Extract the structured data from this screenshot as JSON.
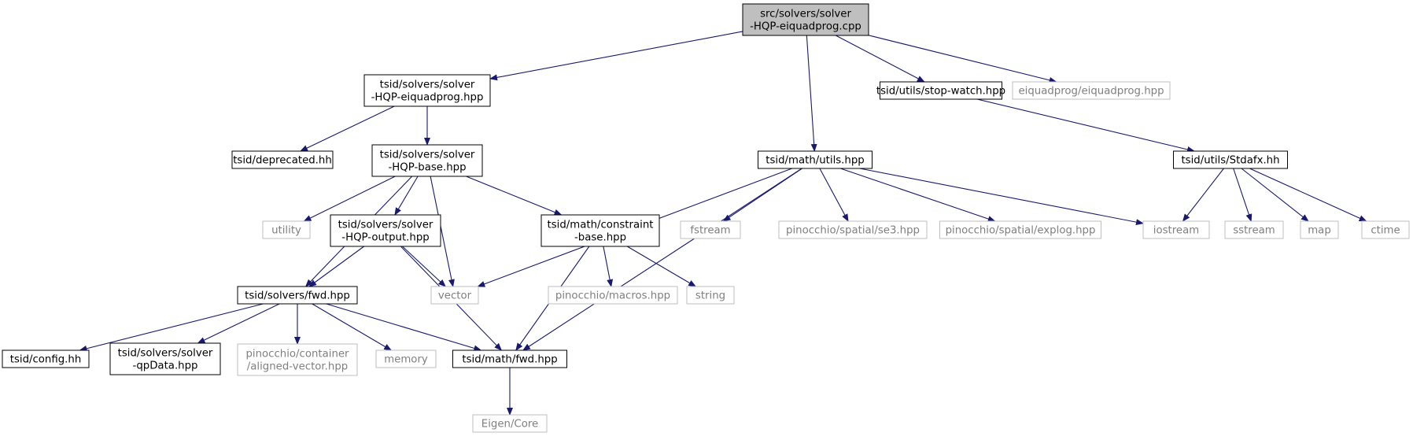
{
  "colors": {
    "edge": "#191970",
    "node_border": "#000000",
    "external_border": "#bfbfbf",
    "external_text": "#7f7f7f",
    "root_fill": "#bfbfbf"
  },
  "nodes": [
    {
      "id": "root",
      "lines": [
        "src/solvers/solver",
        "-HQP-eiquadprog.cpp"
      ],
      "kind": "root"
    },
    {
      "id": "sh_eiquadprog",
      "lines": [
        "tsid/solvers/solver",
        "-HQP-eiquadprog.hpp"
      ],
      "kind": "internal"
    },
    {
      "id": "stop_watch",
      "lines": [
        "tsid/utils/stop-watch.hpp"
      ],
      "kind": "internal"
    },
    {
      "id": "eiquadprog",
      "lines": [
        "eiquadprog/eiquadprog.hpp"
      ],
      "kind": "external"
    },
    {
      "id": "deprecated",
      "lines": [
        "tsid/deprecated.hh"
      ],
      "kind": "internal"
    },
    {
      "id": "sh_base",
      "lines": [
        "tsid/solvers/solver",
        "-HQP-base.hpp"
      ],
      "kind": "internal"
    },
    {
      "id": "math_utils",
      "lines": [
        "tsid/math/utils.hpp"
      ],
      "kind": "internal"
    },
    {
      "id": "stdafx",
      "lines": [
        "tsid/utils/Stdafx.hh"
      ],
      "kind": "internal"
    },
    {
      "id": "utility",
      "lines": [
        "utility"
      ],
      "kind": "external"
    },
    {
      "id": "sh_output",
      "lines": [
        "tsid/solvers/solver",
        "-HQP-output.hpp"
      ],
      "kind": "internal"
    },
    {
      "id": "constraint_base",
      "lines": [
        "tsid/math/constraint",
        "-base.hpp"
      ],
      "kind": "internal"
    },
    {
      "id": "fstream",
      "lines": [
        "fstream"
      ],
      "kind": "external"
    },
    {
      "id": "se3",
      "lines": [
        "pinocchio/spatial/se3.hpp"
      ],
      "kind": "external"
    },
    {
      "id": "explog",
      "lines": [
        "pinocchio/spatial/explog.hpp"
      ],
      "kind": "external"
    },
    {
      "id": "iostream",
      "lines": [
        "iostream"
      ],
      "kind": "external"
    },
    {
      "id": "sstream",
      "lines": [
        "sstream"
      ],
      "kind": "external"
    },
    {
      "id": "map",
      "lines": [
        "map"
      ],
      "kind": "external"
    },
    {
      "id": "ctime",
      "lines": [
        "ctime"
      ],
      "kind": "external"
    },
    {
      "id": "solvers_fwd",
      "lines": [
        "tsid/solvers/fwd.hpp"
      ],
      "kind": "internal"
    },
    {
      "id": "vector",
      "lines": [
        "vector"
      ],
      "kind": "external"
    },
    {
      "id": "macros",
      "lines": [
        "pinocchio/macros.hpp"
      ],
      "kind": "external"
    },
    {
      "id": "string",
      "lines": [
        "string"
      ],
      "kind": "external"
    },
    {
      "id": "config",
      "lines": [
        "tsid/config.hh"
      ],
      "kind": "internal"
    },
    {
      "id": "qpdata",
      "lines": [
        "tsid/solvers/solver",
        "-qpData.hpp"
      ],
      "kind": "internal"
    },
    {
      "id": "aligned_vector",
      "lines": [
        "pinocchio/container",
        "/aligned-vector.hpp"
      ],
      "kind": "external"
    },
    {
      "id": "memory",
      "lines": [
        "memory"
      ],
      "kind": "external"
    },
    {
      "id": "math_fwd",
      "lines": [
        "tsid/math/fwd.hpp"
      ],
      "kind": "internal"
    },
    {
      "id": "eigen_core",
      "lines": [
        "Eigen/Core"
      ],
      "kind": "external"
    }
  ],
  "edges": [
    [
      "root",
      "sh_eiquadprog"
    ],
    [
      "root",
      "math_utils"
    ],
    [
      "root",
      "stop_watch"
    ],
    [
      "root",
      "eiquadprog"
    ],
    [
      "sh_eiquadprog",
      "deprecated"
    ],
    [
      "sh_eiquadprog",
      "sh_base"
    ],
    [
      "stop_watch",
      "stdafx"
    ],
    [
      "sh_base",
      "solvers_fwd"
    ],
    [
      "sh_base",
      "utility"
    ],
    [
      "sh_base",
      "sh_output"
    ],
    [
      "sh_base",
      "vector"
    ],
    [
      "sh_base",
      "constraint_base"
    ],
    [
      "math_utils",
      "vector"
    ],
    [
      "math_utils",
      "fstream"
    ],
    [
      "math_utils",
      "se3"
    ],
    [
      "math_utils",
      "explog"
    ],
    [
      "math_utils",
      "iostream"
    ],
    [
      "math_utils",
      "math_fwd"
    ],
    [
      "stdafx",
      "iostream"
    ],
    [
      "stdafx",
      "sstream"
    ],
    [
      "stdafx",
      "map"
    ],
    [
      "stdafx",
      "ctime"
    ],
    [
      "sh_output",
      "solvers_fwd"
    ],
    [
      "sh_output",
      "vector"
    ],
    [
      "sh_output",
      "math_fwd"
    ],
    [
      "constraint_base",
      "math_fwd"
    ],
    [
      "constraint_base",
      "macros"
    ],
    [
      "constraint_base",
      "string"
    ],
    [
      "solvers_fwd",
      "config"
    ],
    [
      "solvers_fwd",
      "qpdata"
    ],
    [
      "solvers_fwd",
      "aligned_vector"
    ],
    [
      "solvers_fwd",
      "memory"
    ],
    [
      "solvers_fwd",
      "math_fwd"
    ],
    [
      "math_fwd",
      "eigen_core"
    ]
  ]
}
